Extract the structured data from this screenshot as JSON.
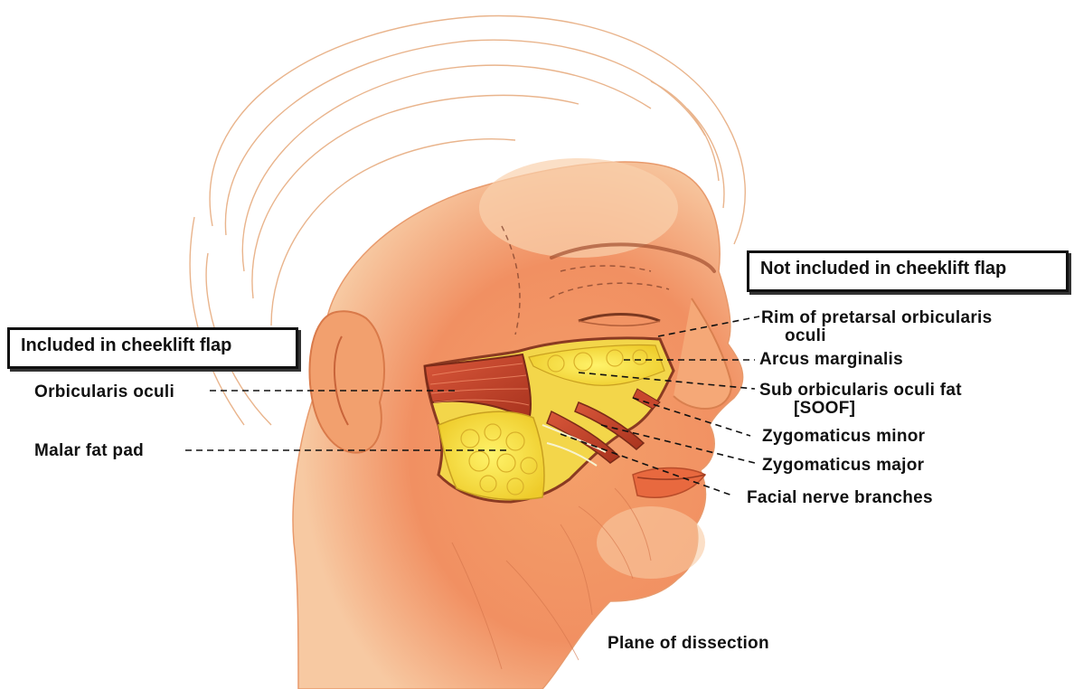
{
  "boxes": {
    "included": "Included in cheeklift flap",
    "not_included": "Not included in cheeklift flap"
  },
  "labels": {
    "orbicularis_oculi": "Orbicularis oculi",
    "malar_fat_pad": "Malar fat pad",
    "rim_line1": "Rim of pretarsal orbicularis",
    "rim_line2": "oculi",
    "arcus_marginalis": "Arcus marginalis",
    "soof_line1": "Sub orbicularis oculi fat",
    "soof_line2": "[SOOF]",
    "zygomaticus_minor": "Zygomaticus  minor",
    "zygomaticus_major": "Zygomaticus major",
    "facial_nerve": "Facial nerve branches",
    "plane": "Plane of dissection"
  },
  "colors": {
    "skin_light": "#f8c9a0",
    "skin_dark": "#ee7a45",
    "fat_yellow": "#f6e24a",
    "muscle_red": "#c8472d",
    "hair_line": "#e9b48c",
    "label_ink": "#111111"
  }
}
